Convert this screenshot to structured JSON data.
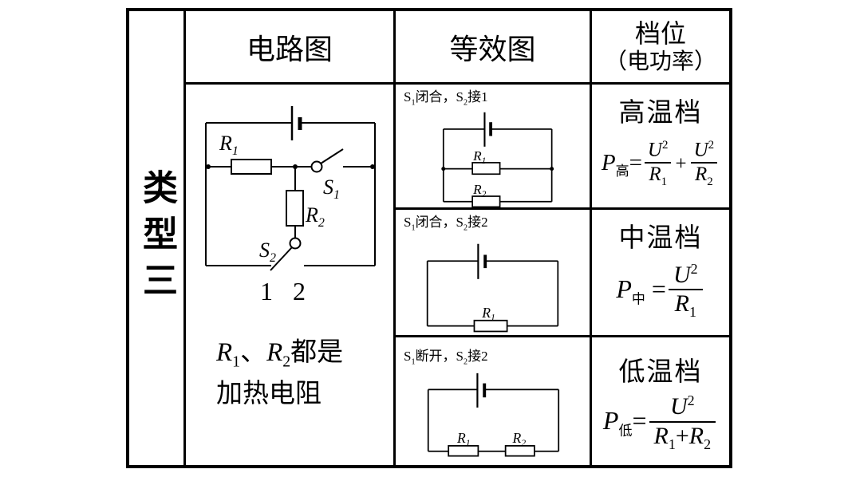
{
  "table": {
    "row_label": "类型三",
    "headers": {
      "circuit": "电路图",
      "equivalent": "等效图",
      "gear_line1": "档位",
      "gear_line2": "（电功率）"
    }
  },
  "glyphs": {
    "R": "R",
    "S": "S",
    "d1": "1",
    "d2": "2"
  },
  "circuit_main": {
    "contact1": "1",
    "contact2": "2",
    "note": "*R*_1_、*R*_2_都是\n加热电阻"
  },
  "rows": [
    {
      "condition": "S_1_闭合，S_2_接1",
      "gear": "高温档",
      "formula": {
        "lhs": "*P*_高_=",
        "terms": [
          {
            "num": "*U*^2^",
            "den": "*R*_1_"
          },
          {
            "num": "*U*^2^",
            "den": "*R*_2_"
          }
        ],
        "op": "+"
      }
    },
    {
      "condition": "S_1_闭合，S_2_接2",
      "gear": "中温档",
      "formula": {
        "lhs": "*P*_中_ =",
        "terms": [
          {
            "num": "*U*^2^",
            "den": "*R*_1_"
          }
        ]
      }
    },
    {
      "condition": "S_1_断开，S_2_接2",
      "gear": "低温档",
      "formula": {
        "lhs": "*P*_低_=",
        "terms": [
          {
            "num": "*U*^2^",
            "den": "*R*_1_+*R*_2_"
          }
        ]
      }
    }
  ]
}
